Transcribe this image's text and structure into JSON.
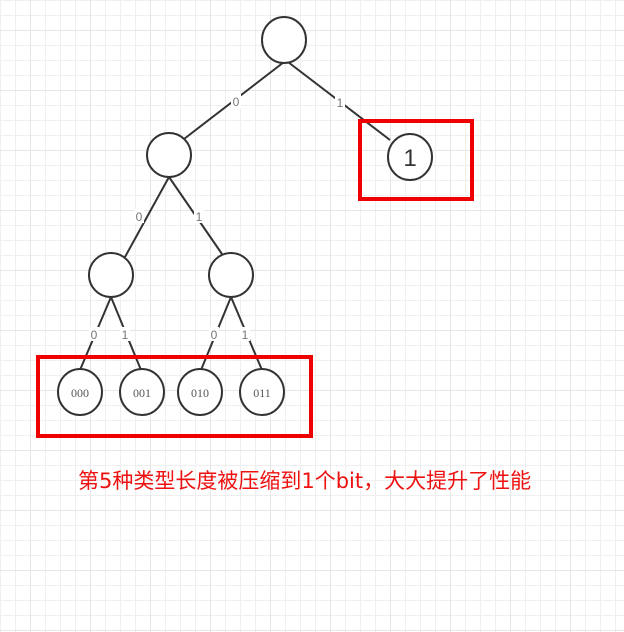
{
  "diagram": {
    "type": "binary-tree",
    "nodes": {
      "root": {
        "label": ""
      },
      "l1_left": {
        "label": ""
      },
      "l1_right": {
        "label": "1"
      },
      "l2_left": {
        "label": ""
      },
      "l2_right": {
        "label": ""
      },
      "leaf_000": {
        "label": "000"
      },
      "leaf_001": {
        "label": "001"
      },
      "leaf_010": {
        "label": "010"
      },
      "leaf_011": {
        "label": "011"
      }
    },
    "edges": {
      "root_l1_left": {
        "label": "0"
      },
      "root_l1_right": {
        "label": "1"
      },
      "l1_left_l2_left": {
        "label": "0"
      },
      "l1_left_l2_right": {
        "label": "1"
      },
      "l2_left_leaf_000": {
        "label": "0"
      },
      "l2_left_leaf_001": {
        "label": "1"
      },
      "l2_right_leaf_010": {
        "label": "0"
      },
      "l2_right_leaf_011": {
        "label": "1"
      }
    },
    "highlights": [
      {
        "target": "l1_right",
        "color": "#ee0000"
      },
      {
        "target": "leaves_row",
        "color": "#ee0000"
      }
    ]
  },
  "caption": {
    "text": "第5种类型长度被压缩到1个bit，大大提升了性能",
    "color": "#ee1111"
  }
}
